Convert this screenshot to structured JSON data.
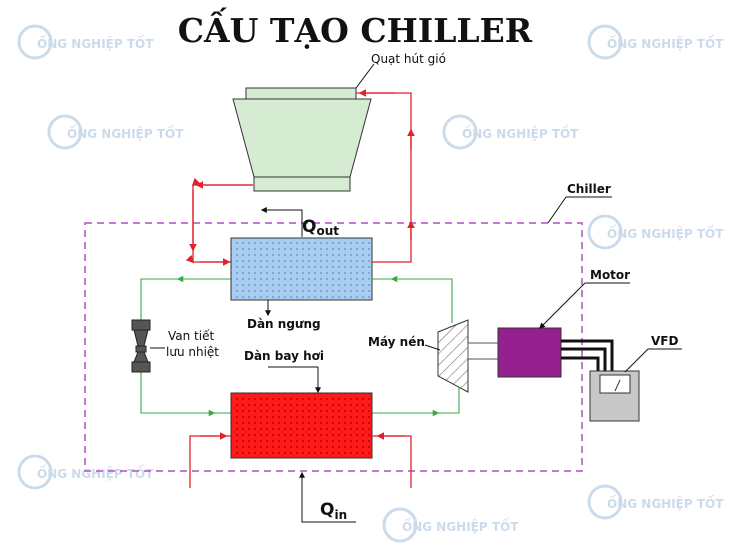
{
  "title": "CẤU TẠO CHILLER",
  "labels": {
    "fan": "Quạt hút gió",
    "chiller": "Chiller",
    "q_out_main": "Q",
    "q_out_sub": "out",
    "condenser": "Dàn ngưng",
    "valve_line1": "Van tiết",
    "valve_line2": "lưu nhiệt",
    "evaporator": "Dàn bay hơi",
    "compressor": "Máy nén",
    "motor": "Motor",
    "vfd": "VFD",
    "q_in_main": "Q",
    "q_in_sub": "in"
  },
  "watermark": "ỐNG NGHIỆP TỐT",
  "colors": {
    "hot_line": "#e0222a",
    "cool_line": "#3aa84a",
    "boundary": "#b14fc0",
    "cooling_tower": "#d6ecd2",
    "condenser_fill": "#a9cdf0",
    "evaporator_fill": "#ff1a1a",
    "motor_fill": "#962090",
    "vfd_fill": "#c8c8c8",
    "watermark": "#a9c4de"
  }
}
